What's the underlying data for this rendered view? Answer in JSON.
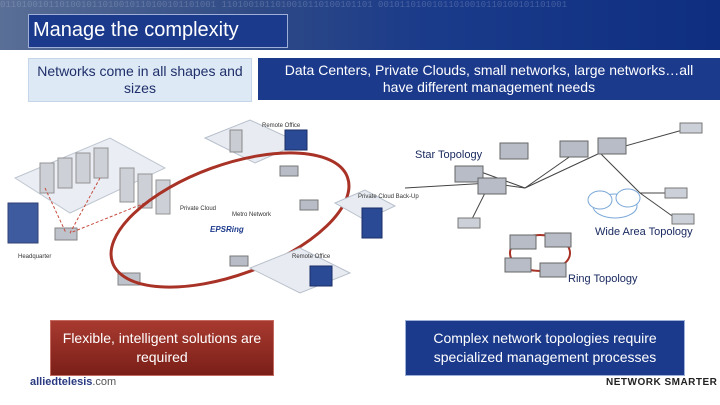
{
  "header": {
    "title": "Manage the complexity",
    "binary_pattern": "0110100101101001011010010110100101101001 1101001011010010110100101101 00101101001011010010110100101101001"
  },
  "callouts": {
    "left": "Networks come in all shapes and sizes",
    "right": "Data Centers, Private Clouds, small networks, large networks…all have different management needs"
  },
  "diagram": {
    "labels": {
      "remote_office_top": "Remote Office",
      "private_cloud": "Private Cloud",
      "metro_network": "Metro Network",
      "epsring": "EPSRing",
      "private_cloud_backup": "Private Cloud Back-Up",
      "remote_office_bottom": "Remote Office",
      "headquarter": "Headquarter",
      "star": "Star Topology",
      "wan": "Wide Area Topology",
      "ring": "Ring Topology"
    }
  },
  "bottom": {
    "left": "Flexible, intelligent solutions are required",
    "right": "Complex network topologies require specialized management processes"
  },
  "footer": {
    "logo_main": "alliedtelesis",
    "logo_tail": ".com",
    "tagline": "NETWORK SMARTER"
  },
  "colors": {
    "brand_blue": "#1c3a8c",
    "light_blue": "#dde9f5",
    "accent_red": "#a83a30"
  }
}
